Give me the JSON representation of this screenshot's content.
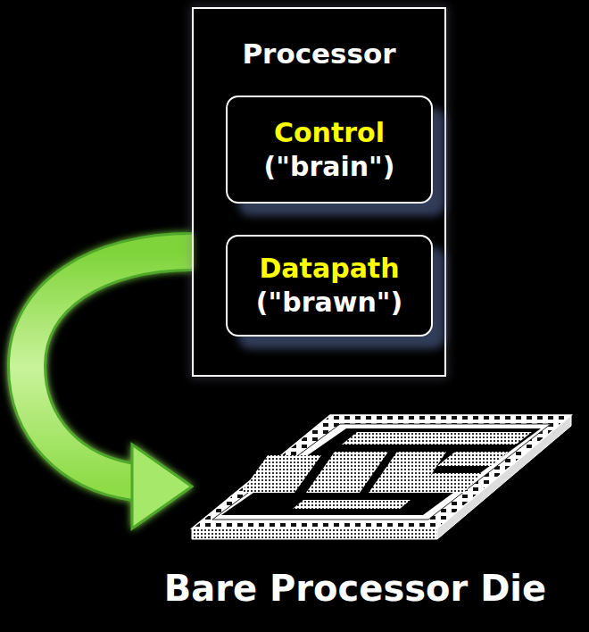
{
  "diagram": {
    "nodes": [
      {
        "text": [
          "Processor"
        ]
      },
      {
        "text": [
          "Control",
          "(\"brain\")"
        ],
        "in": 0
      },
      {
        "text": [
          "Datapath",
          "(\"brawn\")"
        ],
        "in": 0
      }
    ],
    "labels": [
      "Bare Processor Die"
    ]
  }
}
